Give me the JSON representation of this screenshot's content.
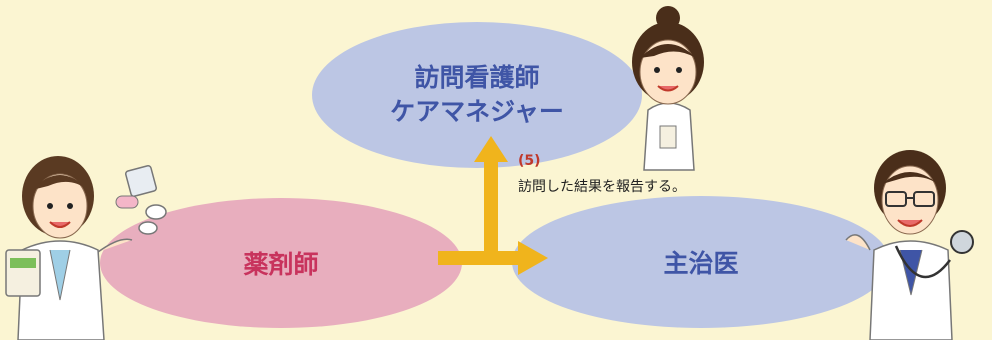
{
  "nodes": {
    "nurse": {
      "line1": "訪問看護師",
      "line2": "ケアマネジャー"
    },
    "pharmacist": {
      "label": "薬剤師"
    },
    "doctor": {
      "label": "主治医"
    }
  },
  "report": {
    "number": "(5)",
    "text": "訪問した結果を報告する。"
  },
  "colors": {
    "background": "#fbf5d2",
    "blue_node": "#bcc6e4",
    "blue_text": "#3f55a6",
    "pink_node": "#e8aebe",
    "pink_text": "#c8335d",
    "arrow": "#f0b41c",
    "step_number": "#c0392b"
  },
  "illustrations": [
    "pharmacist-character",
    "nurse-character",
    "doctor-character",
    "medicine-pills",
    "stethoscope-icon"
  ]
}
